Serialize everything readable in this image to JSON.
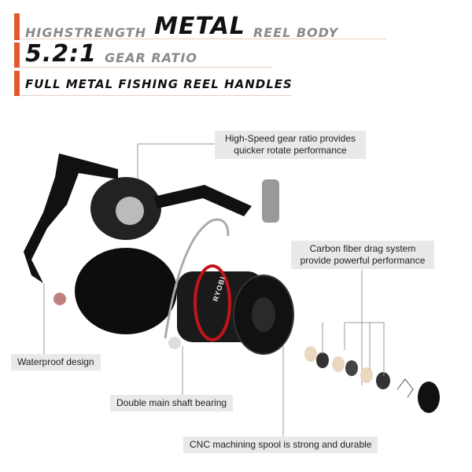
{
  "header": {
    "line1": {
      "pre": "HIGHSTRENGTH",
      "strong": "METAL",
      "post": "REEL BODY"
    },
    "line2": {
      "strong": "5.2:1",
      "post": "GEAR RATIO"
    },
    "line3": {
      "text": "FULL METAL FISHING REEL HANDLES"
    },
    "accent": "#e4572e"
  },
  "callouts": {
    "gear": "High-Speed gear ratio provides quicker rotate performance",
    "drag": "Carbon fiber drag system provide powerful performance",
    "waterproof": "Waterproof design",
    "bearing": "Double main shaft bearing",
    "spool": "CNC machining spool is strong and durable"
  },
  "spool_brand": "RYOBI"
}
